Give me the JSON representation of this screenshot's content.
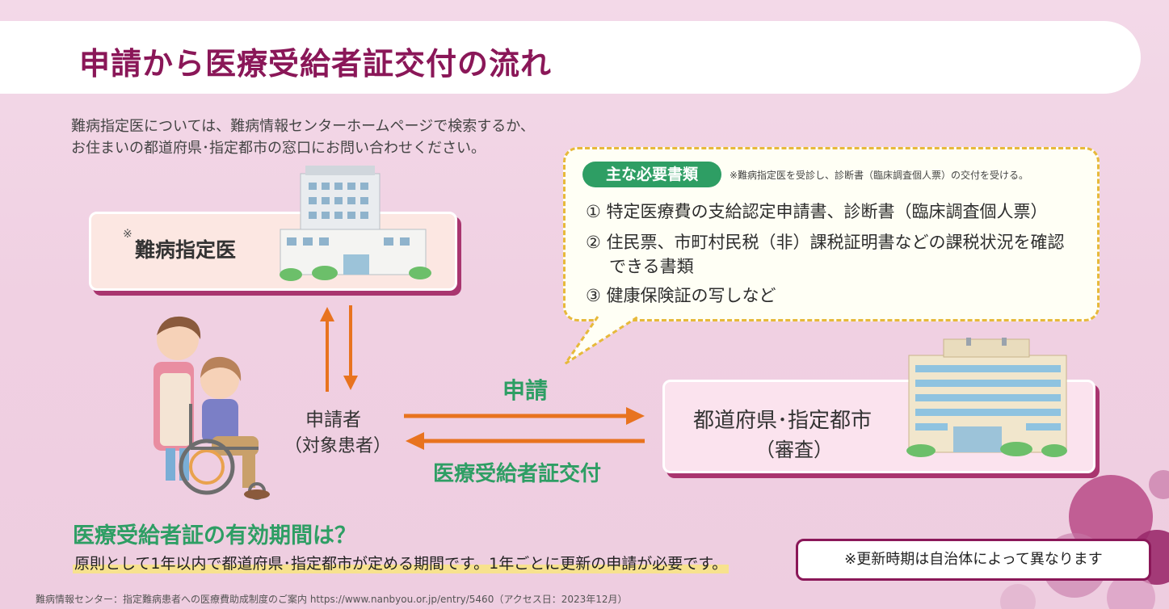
{
  "title": "申請から医療受給者証交付の流れ",
  "intro": {
    "line1": "難病指定医については、難病情報センターホームページで検索するか、",
    "line2": "お住まいの都道府県･指定都市の窓口にお問い合わせください。"
  },
  "doctor": {
    "asterisk": "※",
    "label": "難病指定医"
  },
  "documents": {
    "badge": "主な必要書類",
    "note": "※難病指定医を受診し、診断書（臨床調査個人票）の交付を受ける。",
    "item1": "① 特定医療費の支給認定申請書、診断書（臨床調査個人票）",
    "item2_line1": "② 住民票、市町村民税（非）課税証明書などの課税状況を確認",
    "item2_line2": "できる書類",
    "item3": "③ 健康保険証の写しなど"
  },
  "applicant": {
    "label": "申請者",
    "sub": "（対象患者）"
  },
  "prefecture": {
    "label": "都道府県･指定都市",
    "sub": "（審査）"
  },
  "flow": {
    "apply": "申請",
    "issue": "医療受給者証交付"
  },
  "validity": {
    "title": "医療受給者証の有効期間は？",
    "text": "原則として1年以内で都道府県･指定都市が定める期間です。1年ごとに更新の申請が必要です。"
  },
  "renewal_note": "※更新時期は自治体によって異なります",
  "source": "難病情報センター：指定難病患者への医療費助成制度のご案内 https://www.nanbyou.or.jp/entry/5460（アクセス日：2023年12月）",
  "colors": {
    "title": "#8a1758",
    "green": "#2e9e64",
    "arrow": "#e8731f",
    "card_shadow": "#a9356f",
    "dash": "#e7b93a"
  }
}
